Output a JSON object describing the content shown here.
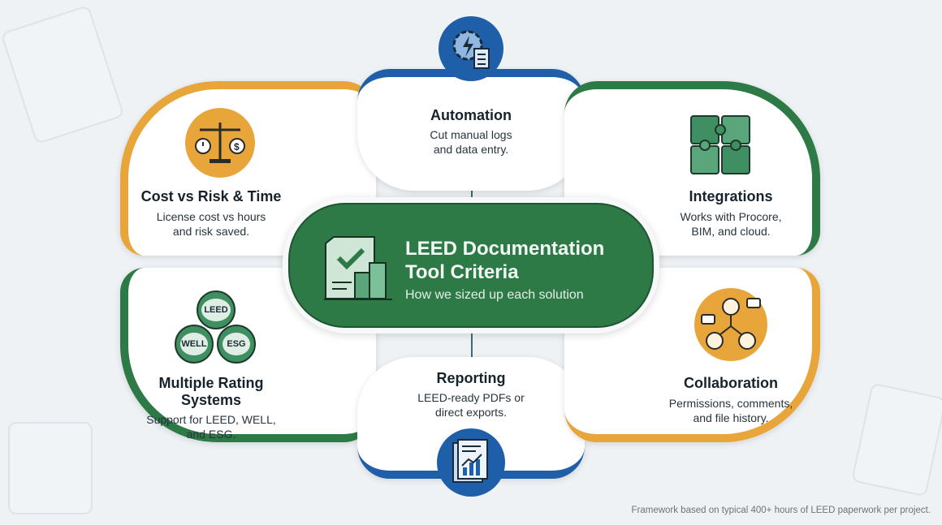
{
  "center": {
    "title_line1": "LEED Documentation",
    "title_line2": "Tool Criteria",
    "subtitle": "How we sized up each solution"
  },
  "criteria": [
    {
      "title": "Automation",
      "desc1": "Cut manual logs",
      "desc2": "and data entry.",
      "icon": "gear-lightning-checklist-icon"
    },
    {
      "title": "Integrations",
      "desc1": "Works with Procore,",
      "desc2": "BIM, and cloud.",
      "icon": "puzzle-icon"
    },
    {
      "title": "Collaboration",
      "desc1": "Permissions, comments,",
      "desc2": "and file history.",
      "icon": "team-chat-icon"
    },
    {
      "title": "Reporting",
      "desc1": "LEED-ready PDFs or",
      "desc2": "direct exports.",
      "icon": "report-chart-icon"
    },
    {
      "title": "Multiple Rating",
      "title2": "Systems",
      "desc1": "Support for LEED, WELL,",
      "desc2": "and ESG.",
      "icon": "rating-badges-icon",
      "badges": [
        "LEED",
        "WELL",
        "ESG"
      ]
    },
    {
      "title": "Cost vs Risk & Time",
      "desc1": "License cost vs hours",
      "desc2": "and risk saved.",
      "icon": "balance-scale-icon"
    }
  ],
  "footnote": "Framework based on typical 400+ hours of LEED paperwork per project.",
  "colors": {
    "green": "#2e7a47",
    "blue": "#1f5ea8",
    "orange": "#e8a63a",
    "bg": "#eef2f5"
  }
}
